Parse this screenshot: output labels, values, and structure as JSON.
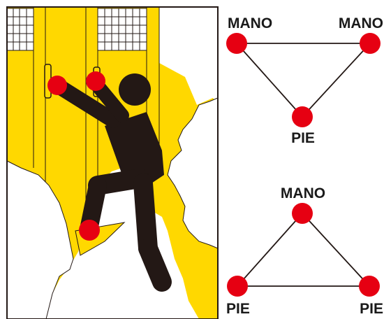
{
  "colors": {
    "yellow": "#ffd800",
    "figure": "#231815",
    "contact_point": "#e60012",
    "line": "#231815",
    "background": "#ffffff"
  },
  "illustration": {
    "subject": "person climbing a ladder-like gate with three points of contact",
    "icons": [
      "climber-figure-icon",
      "hand-contact-icon",
      "foot-contact-icon"
    ]
  },
  "diagram_top": {
    "label_left": "MANO",
    "label_right": "MANO",
    "label_bottom": "PIE"
  },
  "diagram_bottom": {
    "label_top": "MANO",
    "label_left": "PIE",
    "label_right": "PIE"
  }
}
